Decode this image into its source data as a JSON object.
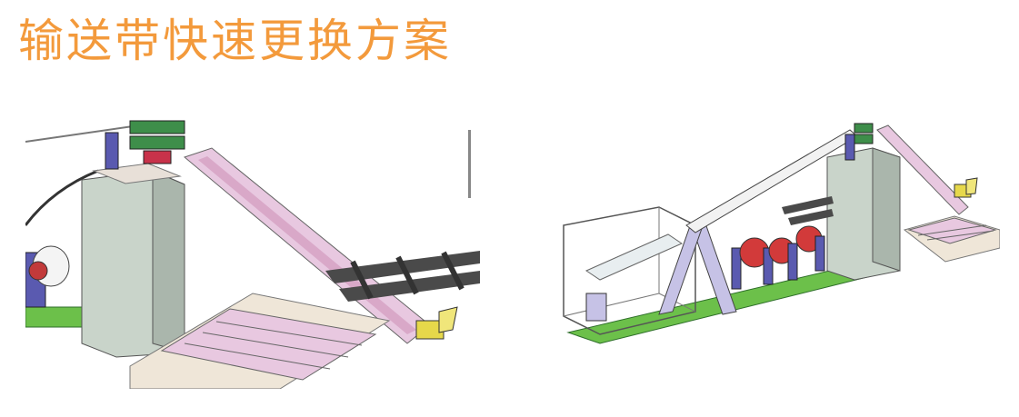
{
  "slide": {
    "title": "输送带快速更换方案"
  },
  "colors": {
    "title": "#F39A3C",
    "pillar": "#C9D4CA",
    "ground": "#6CC04A",
    "conveyor": "#E8C8E0",
    "rails": "#4A4A4A",
    "motor_green": "#3E8E4A",
    "motor_red": "#C8324A",
    "bracket_blue": "#5A5AB0",
    "roll_red": "#D23A3A"
  },
  "figures": {
    "left": {
      "icon": "conveyor-closeup-illustration"
    },
    "right": {
      "icon": "conveyor-system-overview-illustration"
    }
  }
}
